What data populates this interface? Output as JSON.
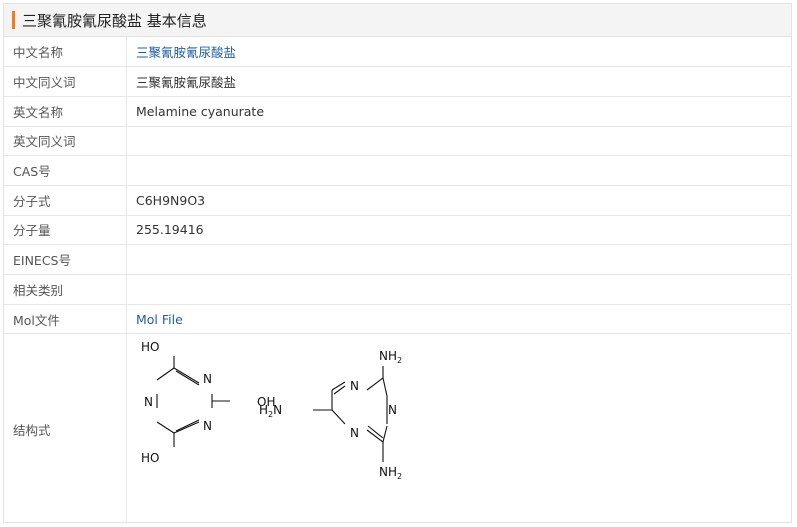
{
  "title": "三聚氰胺氰尿酸盐 基本信息",
  "accent_color": "#f07f1a",
  "link_color": "#1f5fa8",
  "rows": [
    {
      "label": "中文名称",
      "value": "三聚氰胺氰尿酸盐",
      "link": true
    },
    {
      "label": "中文同义词",
      "value": "三聚氰胺氰尿酸盐",
      "link": false
    },
    {
      "label": "英文名称",
      "value": "Melamine cyanurate",
      "link": false
    },
    {
      "label": "英文同义词",
      "value": "",
      "link": false
    },
    {
      "label": "CAS号",
      "value": "",
      "link": false
    },
    {
      "label": "分子式",
      "value": "C6H9N9O3",
      "link": false
    },
    {
      "label": "分子量",
      "value": "255.19416",
      "link": false
    },
    {
      "label": "EINECS号",
      "value": "",
      "link": false
    },
    {
      "label": "相关类别",
      "value": "",
      "link": false
    },
    {
      "label": "Mol文件",
      "value": "Mol File",
      "link": true
    }
  ],
  "structure": {
    "label": "结构式",
    "cyanuric": {
      "top": "HO",
      "right": "OH",
      "bottom": "HO",
      "n": "N"
    },
    "melamine": {
      "group": "NH",
      "sub": "2",
      "left": "H",
      "left_group": "N",
      "n": "N"
    }
  }
}
